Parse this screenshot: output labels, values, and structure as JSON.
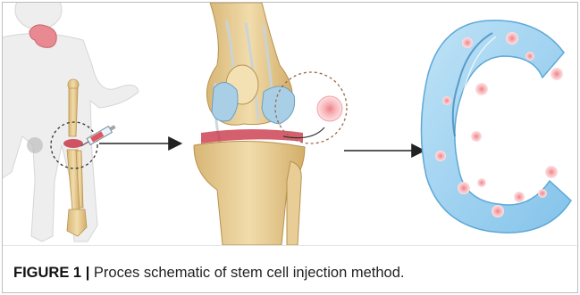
{
  "figure": {
    "caption_label": "FIGURE 1",
    "caption_separator": " | ",
    "caption_text": "Proces schematic of stem cell injection method."
  },
  "panels": [
    {
      "id": "body-injection",
      "icon": "human-body-with-knee-injection"
    },
    {
      "id": "knee-joint",
      "icon": "knee-joint-cross-section-with-stem-cell"
    },
    {
      "id": "regenerated-meniscus",
      "icon": "c-shaped-meniscus-with-cells"
    }
  ],
  "colors": {
    "skin": "#efefef",
    "bone": "#e6c98f",
    "cartilage": "#a9cfe6",
    "meniscus": "#9fd0ef",
    "stem_cell": "#f7b7b7",
    "injury": "#c9384a",
    "arrow": "#222222"
  }
}
